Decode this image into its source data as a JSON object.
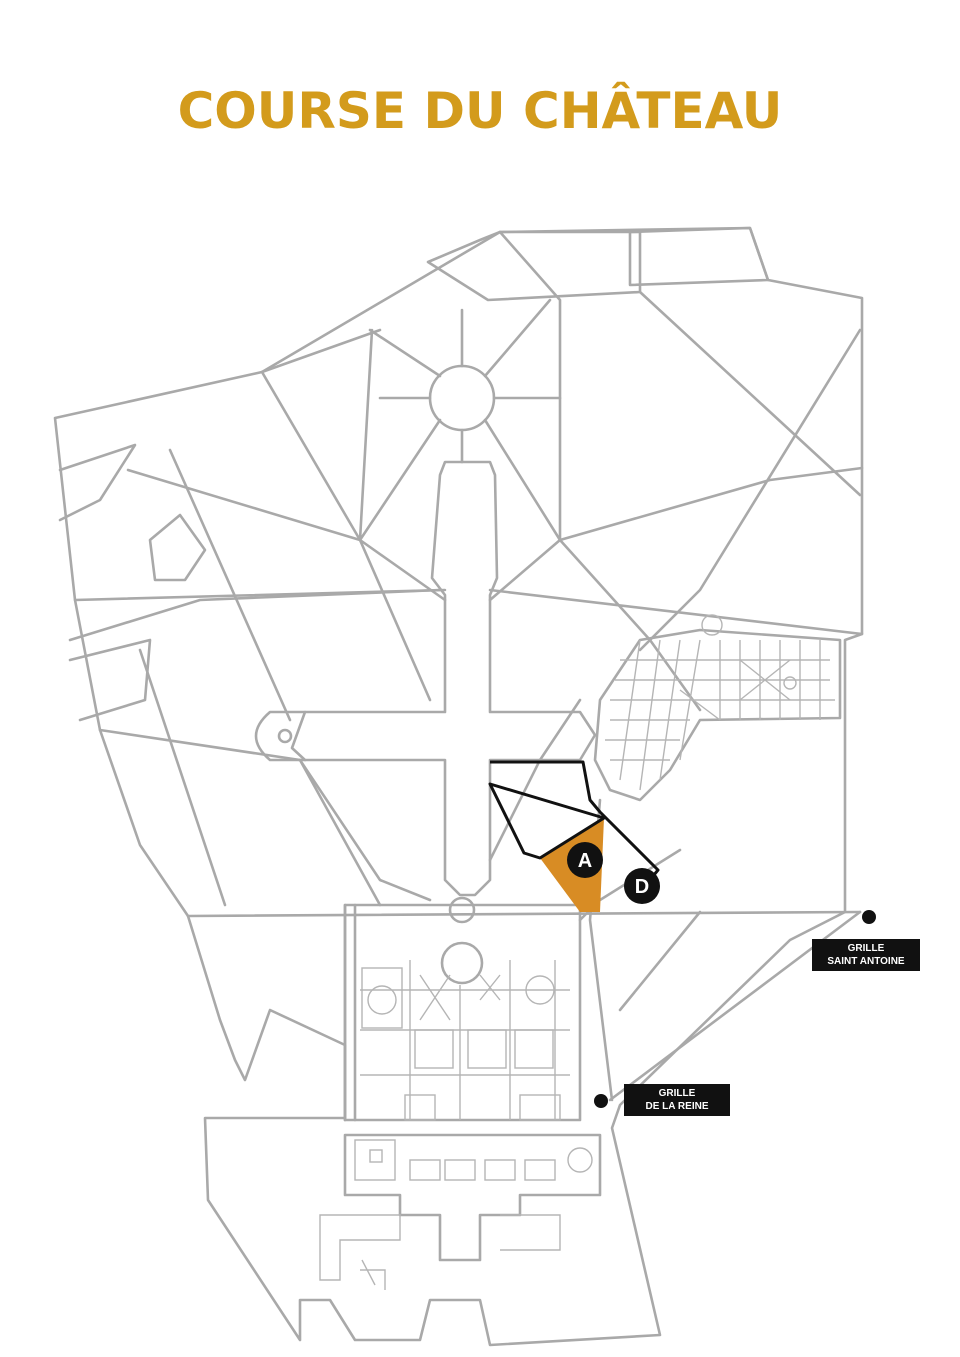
{
  "title": "COURSE DU CHÂTEAU",
  "colors": {
    "title": "#d39b1c",
    "zone": "#d88c24",
    "road": "#a9a9a9",
    "route": "#111111",
    "marker": "#111111"
  },
  "markers": {
    "arrival": {
      "letter": "A",
      "meaning": "arrival"
    },
    "departure": {
      "letter": "D",
      "meaning": "departure"
    }
  },
  "gates": {
    "saint_antoine": {
      "line1": "GRILLE",
      "line2": "SAINT ANTOINE"
    },
    "reine": {
      "line1": "GRILLE",
      "line2": "DE LA REINE"
    }
  }
}
